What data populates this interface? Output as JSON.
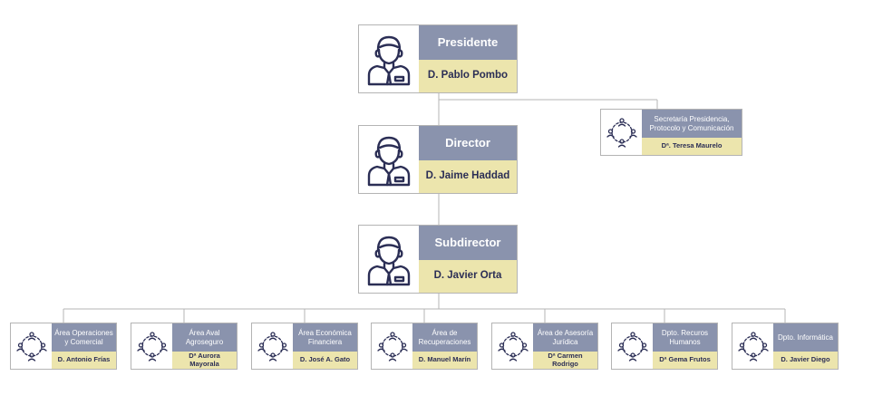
{
  "top": [
    {
      "role": "Presidente",
      "name": "D. Pablo Pombo",
      "icon": "person-icon"
    },
    {
      "role": "Director",
      "name": "D. Jaime Haddad",
      "icon": "person-icon"
    },
    {
      "role": "Subdirector",
      "name": "D. Javier Orta",
      "icon": "person-icon"
    }
  ],
  "secretaria": {
    "role": "Secretaría Presidencia, Protocolo y Comunicación",
    "name": "Dª. Teresa Maurelo",
    "icon": "network-people-icon"
  },
  "areas": [
    {
      "role": "Área Operaciones y Comercial",
      "name": "D. Antonio Frías",
      "icon": "network-people-icon"
    },
    {
      "role": "Área Aval Agroseguro",
      "name": "Dª Aurora Mayorala",
      "icon": "network-people-icon"
    },
    {
      "role": "Área Económica Financiera",
      "name": "D. José A. Gato",
      "icon": "network-people-icon"
    },
    {
      "role": "Área de Recuperaciones",
      "name": "D. Manuel Marín",
      "icon": "network-people-icon"
    },
    {
      "role": "Área de Asesoría Jurídica",
      "name": "Dª Carmen Rodrigo",
      "icon": "network-people-icon"
    },
    {
      "role": "Dpto. Recuros Humanos",
      "name": "Dª Gema Frutos",
      "icon": "network-people-icon"
    },
    {
      "role": "Dpto. Informática",
      "name": "D. Javier Diego",
      "icon": "network-people-icon"
    }
  ],
  "colors": {
    "header": "#8a93ad",
    "name_bg": "#ece5ad",
    "name_text": "#2b2e55",
    "icon": "#2b2e55",
    "line": "#b4b4b4"
  }
}
